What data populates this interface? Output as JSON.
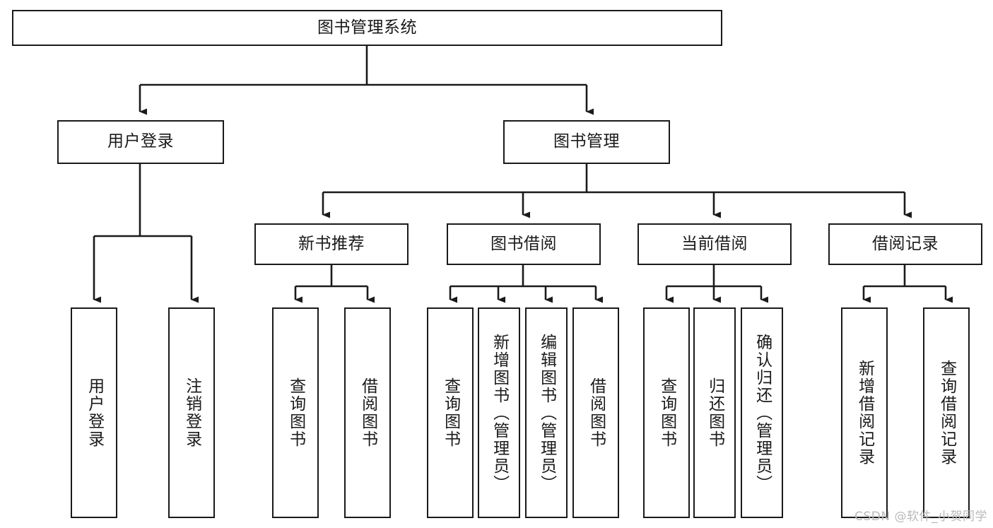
{
  "diagram": {
    "title": "图书管理系统",
    "type": "hierarchy-tree",
    "watermark": "CSDN @软件_小贺同学",
    "stroke_color": "#1a1a1a",
    "background_color": "#ffffff",
    "nodes": {
      "root": {
        "label": "图书管理系统"
      },
      "level2": [
        {
          "id": "user-login",
          "label": "用户登录"
        },
        {
          "id": "book-management",
          "label": "图书管理"
        }
      ],
      "level3": [
        {
          "id": "new-book-recommend",
          "label": "新书推荐"
        },
        {
          "id": "book-borrow",
          "label": "图书借阅"
        },
        {
          "id": "current-borrow",
          "label": "当前借阅"
        },
        {
          "id": "borrow-record",
          "label": "借阅记录"
        }
      ],
      "leaves": {
        "user_login": [
          {
            "id": "leaf-user-login",
            "label": "用户登录"
          },
          {
            "id": "leaf-logout-login",
            "label": "注销登录"
          }
        ],
        "new_book_recommend": [
          {
            "id": "leaf-query-book-1",
            "label": "查询图书"
          },
          {
            "id": "leaf-borrow-book-1",
            "label": "借阅图书"
          }
        ],
        "book_borrow": [
          {
            "id": "leaf-query-book-2",
            "label": "查询图书"
          },
          {
            "id": "leaf-add-book",
            "label": "新增图书（管理员）"
          },
          {
            "id": "leaf-edit-book",
            "label": "编辑图书（管理员）"
          },
          {
            "id": "leaf-borrow-book-2",
            "label": "借阅图书"
          }
        ],
        "current_borrow": [
          {
            "id": "leaf-query-book-3",
            "label": "查询图书"
          },
          {
            "id": "leaf-return-book",
            "label": "归还图书"
          },
          {
            "id": "leaf-confirm-return",
            "label": "确认归还（管理员）"
          }
        ],
        "borrow_record": [
          {
            "id": "leaf-add-record",
            "label": "新增借阅记录"
          },
          {
            "id": "leaf-query-record",
            "label": "查询借阅记录"
          }
        ]
      }
    }
  }
}
